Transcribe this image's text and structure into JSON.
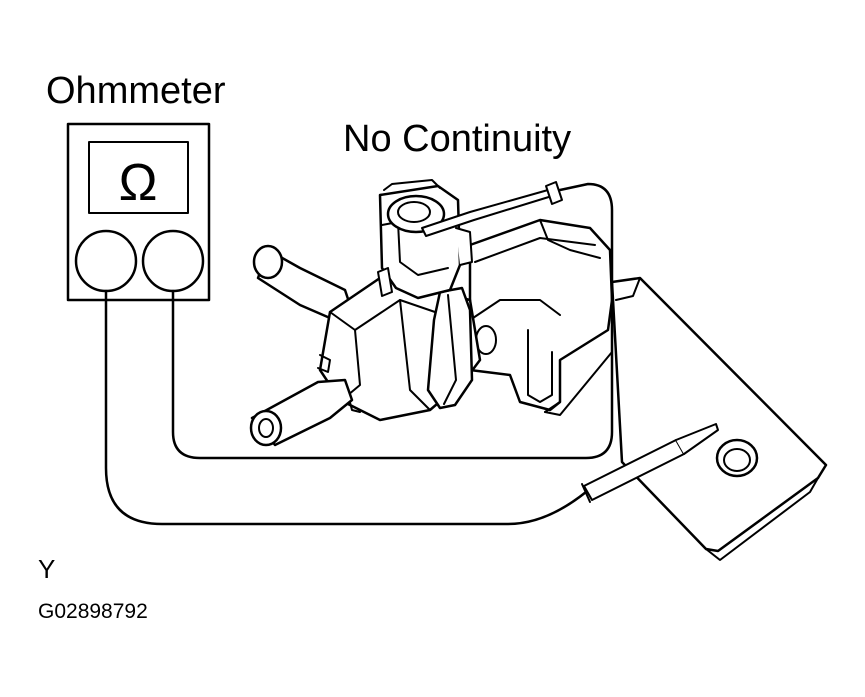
{
  "labels": {
    "instrument": "Ohmmeter",
    "result": "No Continuity",
    "symbol": "Ω",
    "corner_letter": "Y",
    "figure_code": "G02898792"
  },
  "colors": {
    "ink": "#000000",
    "paper": "#ffffff"
  }
}
